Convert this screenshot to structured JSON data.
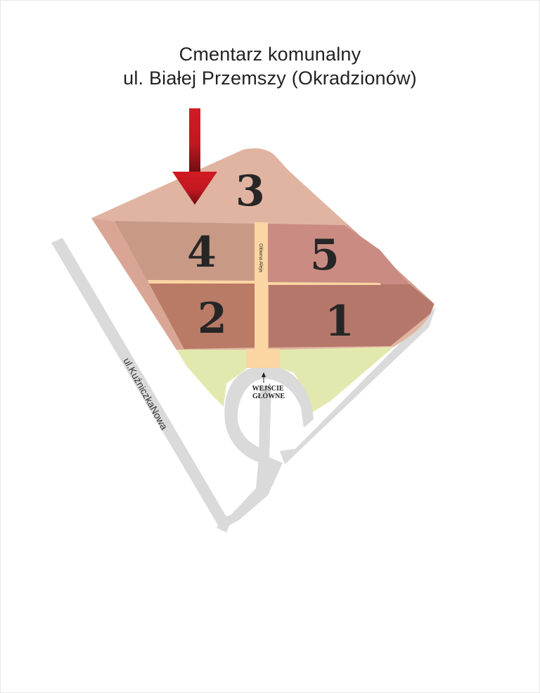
{
  "title": {
    "line1": "Cmentarz komunalny",
    "line2": "ul. Białej Przemszy (Okradzionów)"
  },
  "sections": [
    {
      "number": "3",
      "color": "#e1b4a2"
    },
    {
      "number": "4",
      "color": "#c89a86"
    },
    {
      "number": "5",
      "color": "#c98b82"
    },
    {
      "number": "2",
      "color": "#b97b66"
    },
    {
      "number": "1",
      "color": "#b6776b"
    }
  ],
  "main_alley_label": "Główna Aleja",
  "entrance": {
    "line1": "WEJŚCIE",
    "line2": "GŁÓWNE",
    "icon": "arrow-up-icon"
  },
  "street_label": "ul.KuźniczkaNowa",
  "pointer": {
    "icon": "red-down-arrow-icon",
    "color": "#c8171e"
  },
  "colors": {
    "road": "#dadada",
    "alley": "#fbd5a2",
    "green_area": "#e3e9ae",
    "outer_border": "#d9a695"
  }
}
